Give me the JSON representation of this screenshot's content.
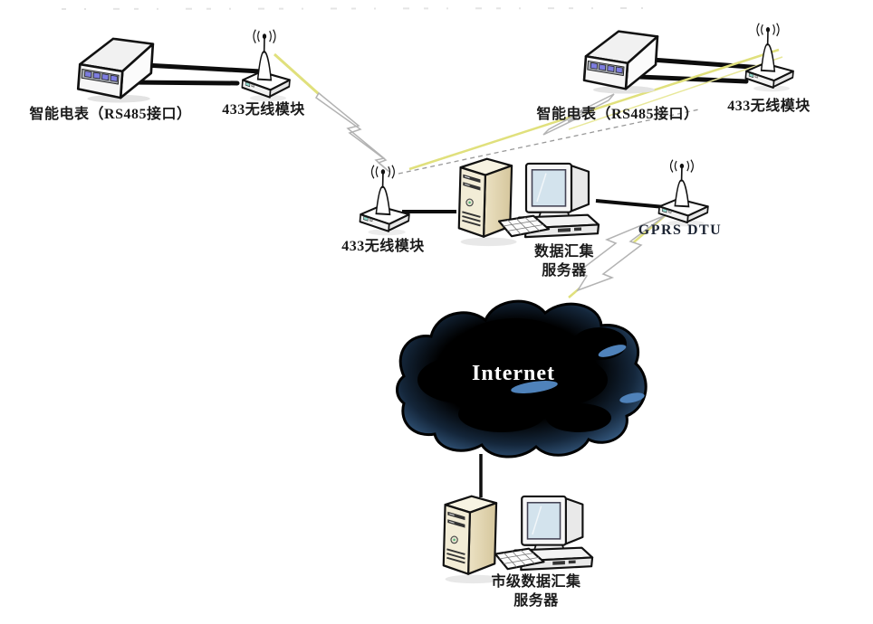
{
  "diagram": {
    "type": "network-topology",
    "labels": {
      "meter_left": "智能电表（RS485接口）",
      "module_left": "433无线模块",
      "meter_right": "智能电表（RS485接口）",
      "module_right": "433无线模块",
      "module_center": "433无线模块",
      "dc_server_line1": "数据汇集",
      "dc_server_line2": "服务器",
      "gprs_dtu": "GPRS DTU",
      "internet": "Internet",
      "city_server_line1": "市级数据汇集",
      "city_server_line2": "服务器"
    },
    "icons": [
      "smart-meter-icon",
      "wireless-module-icon",
      "server-tower-icon",
      "desktop-computer-icon",
      "gprs-dtu-icon",
      "internet-cloud-icon",
      "antenna-signal-icon",
      "lightning-bolt-icon"
    ],
    "colors": {
      "background": "#ffffff",
      "outline": "#111111",
      "label_text": "#1a1a1a",
      "gprs_text": "#1c2433",
      "lightning_yellow": "#e0e07c",
      "bolt_outline": "#b3b3b3",
      "dashed_link": "#999999",
      "meter_button": "#7d7de0",
      "server_beige": "#e3d8b4",
      "screen_blue": "#d3e3ed",
      "cloud_edge_blue": "#46709c",
      "cloud_core": "#000000",
      "cloud_text": "#ffffff"
    }
  }
}
